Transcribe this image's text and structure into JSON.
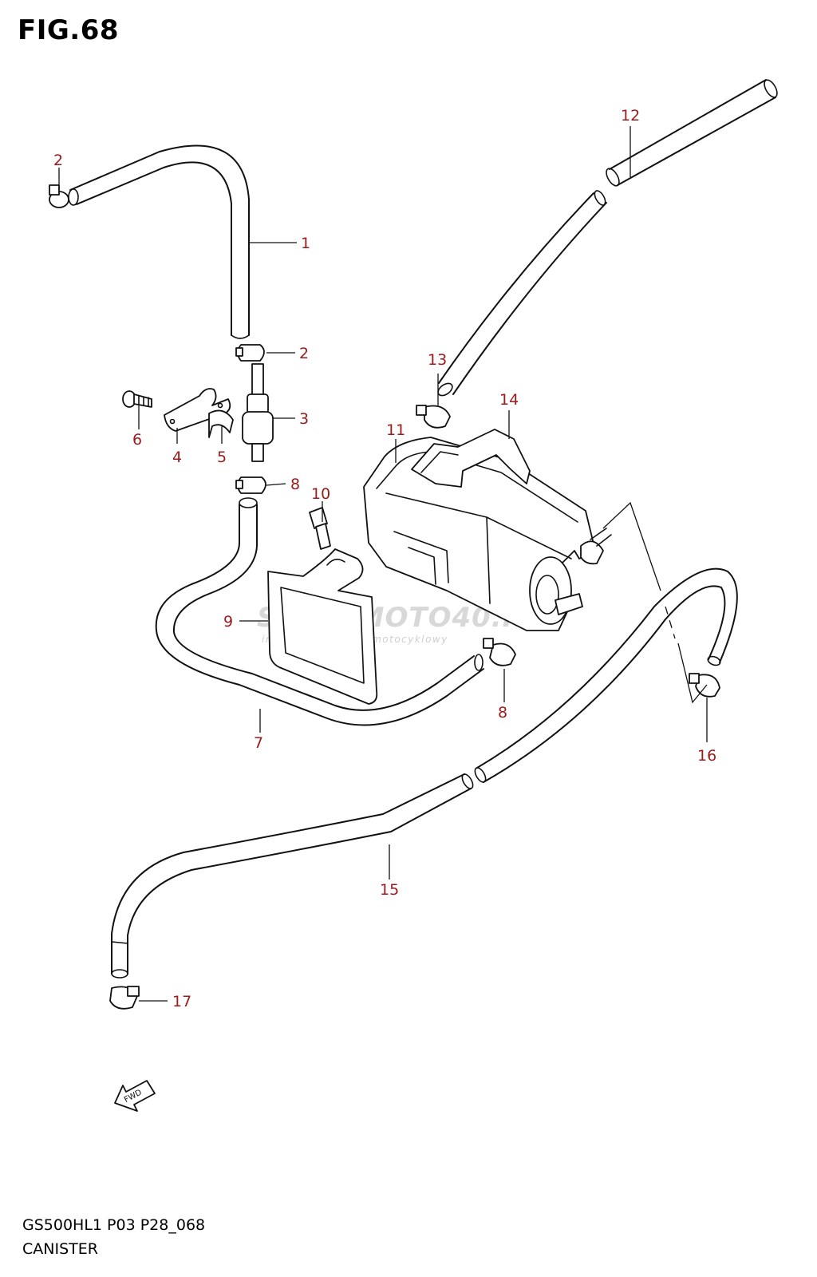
{
  "figure": {
    "title": "FIG.68"
  },
  "watermark": {
    "brand": "SKLEPMOTO40.PL",
    "tagline": "internetowy sklep motocyklowy"
  },
  "fwd_label": "FWD",
  "parts": [
    {
      "num": "1"
    },
    {
      "num": "2"
    },
    {
      "num": "2"
    },
    {
      "num": "3"
    },
    {
      "num": "4"
    },
    {
      "num": "5"
    },
    {
      "num": "6"
    },
    {
      "num": "7"
    },
    {
      "num": "8"
    },
    {
      "num": "8"
    },
    {
      "num": "9"
    },
    {
      "num": "10"
    },
    {
      "num": "11"
    },
    {
      "num": "12"
    },
    {
      "num": "13"
    },
    {
      "num": "14"
    },
    {
      "num": "15"
    },
    {
      "num": "16"
    },
    {
      "num": "17"
    }
  ],
  "footer": {
    "model_code": "GS500HL1 P03 P28_068",
    "caption": "CANISTER"
  },
  "colors": {
    "label": "#9b1b1b",
    "line": "#111111"
  }
}
